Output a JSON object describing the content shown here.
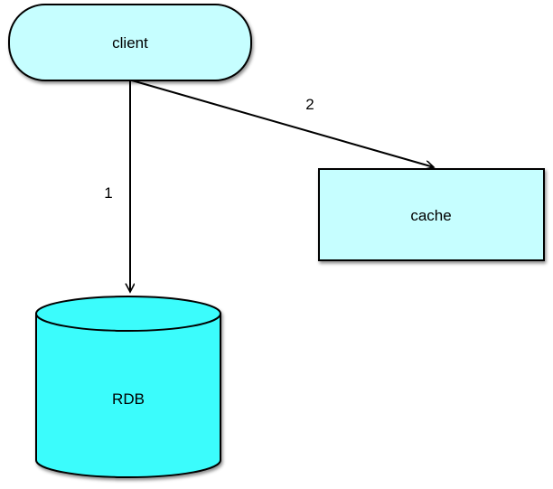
{
  "colors": {
    "background": "#ffffff",
    "stroke": "#000000",
    "text": "#000000",
    "node_fill": "#c6feff",
    "cylinder_fill": "#3afcfc"
  },
  "nodes": {
    "client": {
      "label": "client",
      "shape": "stadium"
    },
    "cache": {
      "label": "cache",
      "shape": "rectangle"
    },
    "rdb": {
      "label": "RDB",
      "shape": "cylinder"
    }
  },
  "edges": {
    "client_to_rdb": {
      "label": "1",
      "from": "client",
      "to": "rdb"
    },
    "client_to_cache": {
      "label": "2",
      "from": "client",
      "to": "cache"
    }
  }
}
